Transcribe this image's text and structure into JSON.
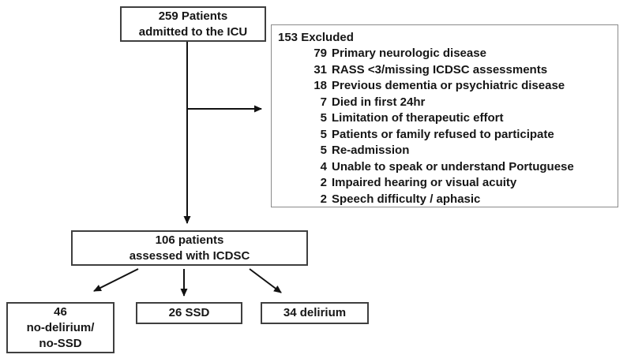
{
  "diagram": {
    "title": "ICU delirium study patient flow",
    "boxes": {
      "admitted": {
        "line1": "259 Patients",
        "line2": "admitted to the ICU"
      },
      "assessed": {
        "line1": "106 patients",
        "line2": "assessed with ICDSC"
      },
      "no_delirium": {
        "line1": "46",
        "line2": "no-delirium/",
        "line3": "no-SSD"
      },
      "ssd": {
        "label": "26 SSD"
      },
      "delirium": {
        "label": "34 delirium"
      }
    },
    "excluded": {
      "title": "153 Excluded",
      "items": [
        {
          "count": "79",
          "label": "Primary neurologic disease"
        },
        {
          "count": "31",
          "label": "RASS <3/missing ICDSC assessments"
        },
        {
          "count": "18",
          "label": "Previous dementia or psychiatric disease"
        },
        {
          "count": "7",
          "label": "Died in first 24hr"
        },
        {
          "count": "5",
          "label": "Limitation of therapeutic effort"
        },
        {
          "count": "5",
          "label": "Patients or family refused to participate"
        },
        {
          "count": "5",
          "label": "Re-admission"
        },
        {
          "count": "4",
          "label": "Unable to speak or understand Portuguese"
        },
        {
          "count": "2",
          "label": "Impaired hearing or visual acuity"
        },
        {
          "count": "2",
          "label": "Speech difficulty / aphasic"
        }
      ]
    },
    "colors": {
      "background": "#ffffff",
      "text": "#161616",
      "box_border_dark": "#3f3f3f",
      "excluded_border_gray": "#8a8a8a",
      "connector": "#121212"
    }
  }
}
